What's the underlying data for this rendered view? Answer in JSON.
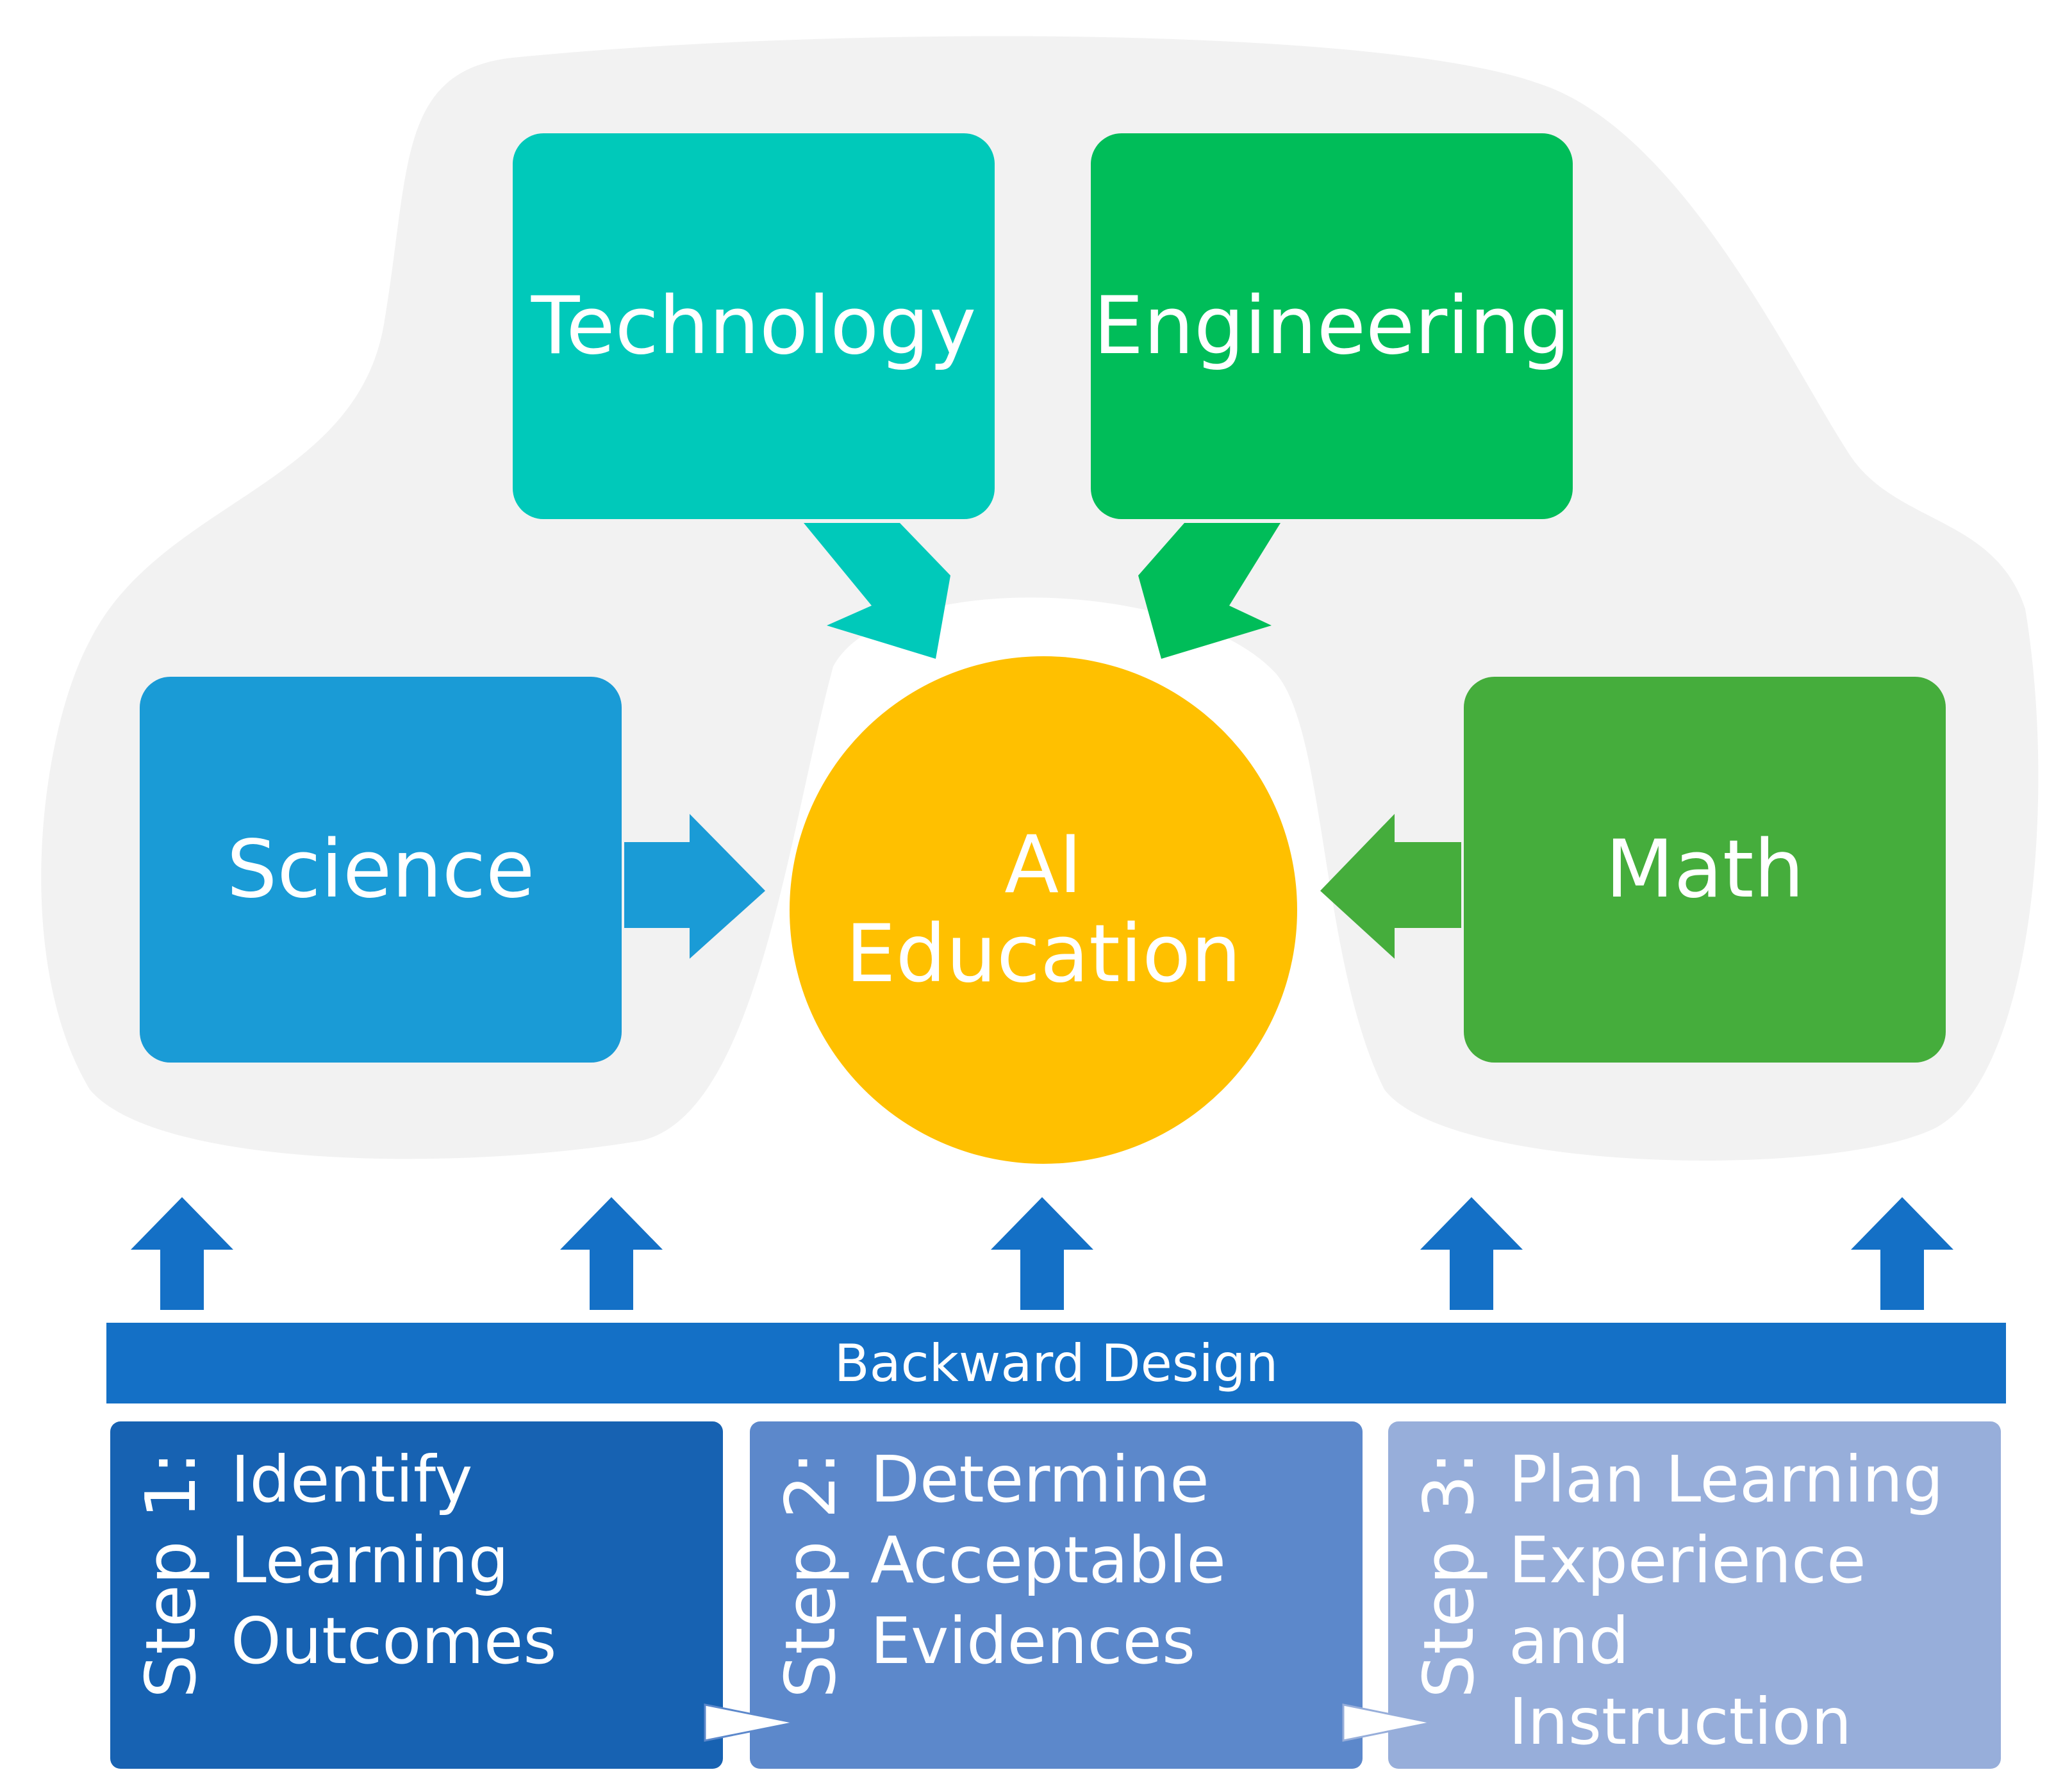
{
  "boxes": {
    "technology": "Technology",
    "engineering": "Engineering",
    "science": "Science",
    "math": "Math"
  },
  "center": {
    "line1": "AI",
    "line2": "Education"
  },
  "band": {
    "label": "Backward Design"
  },
  "steps": [
    {
      "label": "Step 1:",
      "text": "Identify\nLearning\nOutcomes"
    },
    {
      "label": "Step 2:",
      "text": "Determine\nAcceptable\nEvidences"
    },
    {
      "label": "Step 3:",
      "text": "Plan Learning\nExperience and\nInstruction"
    }
  ],
  "colors": {
    "technology": "#00C9BA",
    "engineering": "#00BD59",
    "science": "#1A9BD6",
    "math": "#45AD3C",
    "center": "#FFC000",
    "band": "#1470C6",
    "step1": "#1762B2",
    "step2": "#5C88CB",
    "step3": "#97AEDA",
    "cloud": "#F2F2F2"
  }
}
